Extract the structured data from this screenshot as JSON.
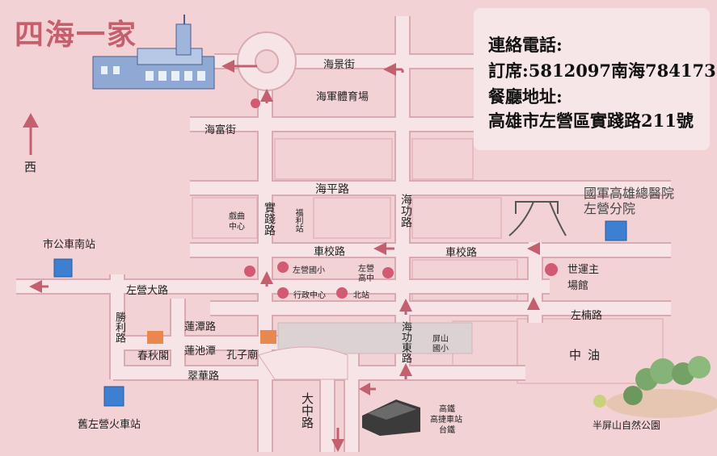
{
  "brand": "四海一家",
  "contact": {
    "phone_label": "連絡電話:",
    "phone_value": "訂席:5812097南海784173",
    "address_label": "餐廳地址:",
    "address_value": "高雄市左營區實踐路211號"
  },
  "compass": {
    "direction": "西"
  },
  "streets": {
    "haijing": "海景街",
    "hai_gym": "海軍體育場",
    "haifu": "海富街",
    "haiping": "海平路",
    "shijian": "實踐路",
    "haigong": "海功路",
    "chexiao_left": "車校路",
    "chexiao_right": "車校路",
    "zuoying": "左營大路",
    "shengli": "勝利路",
    "lianchi_road": "蓮潭路",
    "lianchi": "蓮池潭",
    "cuihua": "翠華路",
    "dazhong": "大中路",
    "haigong_east": "海功東路",
    "zuonan": "左楠路",
    "zhongyou": "中油"
  },
  "places": {
    "theater": "戲曲中心",
    "welfare": "福利站",
    "bus_station": "市公車南站",
    "zuoying_elem": "左營國小",
    "zuoying_high": "左營高中",
    "admin_center": "行政中心",
    "north_station": "北站",
    "world_games": "世運主場館",
    "hospital_name": "國軍高雄總醫院",
    "hospital_branch": "左營分院",
    "chunqiu": "春秋閣",
    "confucius": "孔子廟",
    "pingshan_elem": "屏山國小",
    "old_station": "舊左營火車站",
    "hsr": "高鐵",
    "mrt": "高捷車站",
    "tra": "台鐵",
    "banpingshan": "半屏山自然公園"
  },
  "colors": {
    "background": "#f3d2d6",
    "road": "#f6e4e6",
    "road_edge": "#d9aab1",
    "arrow": "#c45f70",
    "stop": "#d35a72",
    "station": "#3d7fd0",
    "landmark": "#e8884f",
    "brand": "#c65f6d"
  },
  "icons": [
    "restaurant-building-icon",
    "hsr-station-building-icon",
    "hospital-gate-icon",
    "tree-cluster-icon",
    "bus-stop-icon",
    "station-square-icon"
  ]
}
